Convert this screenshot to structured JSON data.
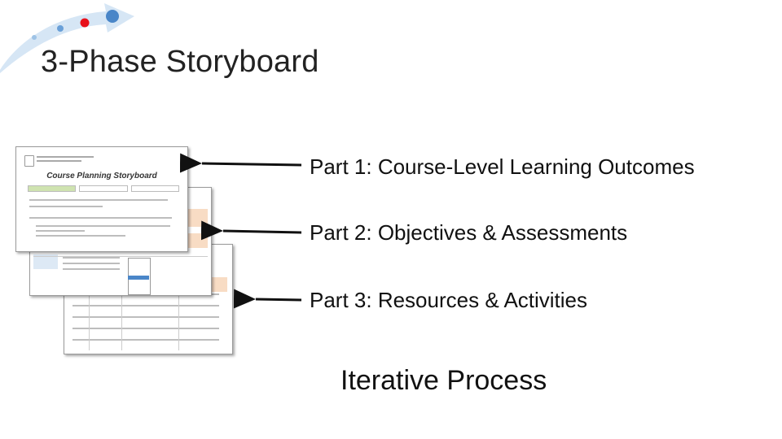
{
  "slide": {
    "title": "3-Phase Storyboard",
    "parts": [
      {
        "label": "Part 1: Course-Level Learning Outcomes"
      },
      {
        "label": "Part 2: Objectives & Assessments"
      },
      {
        "label": "Part 3: Resources & Activities"
      }
    ],
    "footer": "Iterative Process"
  },
  "thumbnail": {
    "title": "Course Planning Storyboard"
  },
  "colors": {
    "accent_blue": "#4a86c8",
    "accent_red": "#e8101a",
    "swoosh": "#d6e6f5"
  },
  "icons": [
    "arrow-left-icon",
    "dot-decoration-icon"
  ]
}
